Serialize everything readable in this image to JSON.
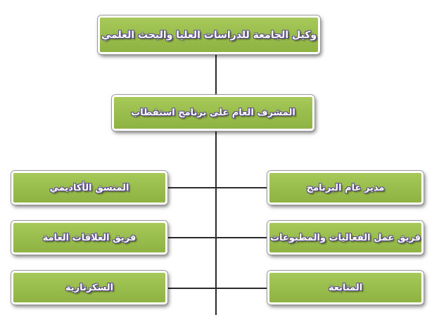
{
  "org_chart": {
    "top": {
      "label": "وكيل الجامعة للدراسات العليا والبحث العلمي"
    },
    "supervisor": {
      "label": "المشرف العام على برنامج استقطاب"
    },
    "left_branch": [
      {
        "label": "المنسق الأكاديمي"
      },
      {
        "label": "فريق العلاقات العامة"
      },
      {
        "label": "السكرتارية"
      }
    ],
    "right_branch": [
      {
        "label": "مدير عام البرنامج"
      },
      {
        "label": "فريق عمل الفعاليات والمطبوعات"
      },
      {
        "label": "المتابعة"
      }
    ],
    "colors": {
      "box_fill": "#9bbf4f",
      "box_border": "#ffffff",
      "connector": "#2b2b2b",
      "text": "#ffffff",
      "text_outline": "#5a4a8a"
    }
  }
}
